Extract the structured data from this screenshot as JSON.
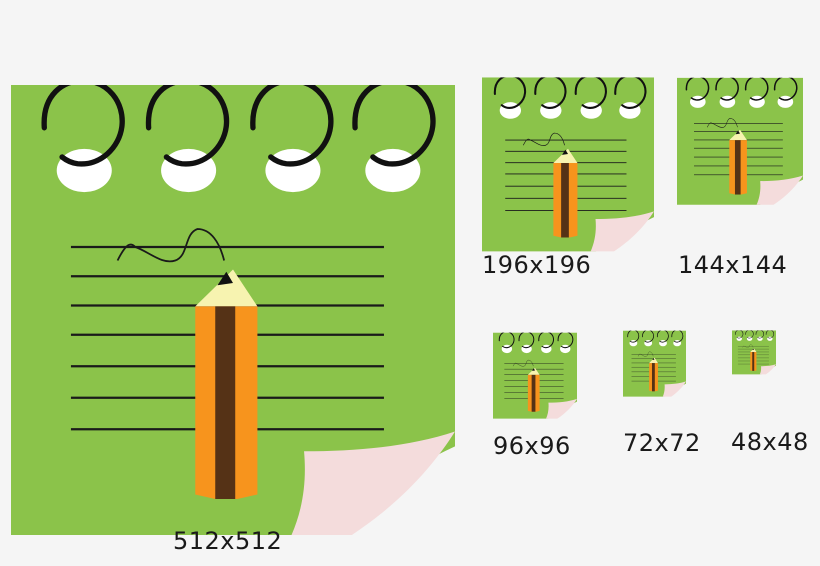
{
  "colors": {
    "background": "#f5f5f5",
    "paper_green": "#8bc34a",
    "curl_pink": "#f4dcdc",
    "ring_black": "#111111",
    "hole_white": "#ffffff",
    "pencil_orange": "#f7941d",
    "pencil_brown": "#553216",
    "pencil_wood": "#f7f3b0"
  },
  "icons": [
    {
      "id": "512",
      "label": "512x512",
      "icon": "notepad-pencil-icon"
    },
    {
      "id": "196",
      "label": "196x196",
      "icon": "notepad-pencil-icon"
    },
    {
      "id": "144",
      "label": "144x144",
      "icon": "notepad-pencil-icon"
    },
    {
      "id": "96",
      "label": "96x96",
      "icon": "notepad-pencil-icon"
    },
    {
      "id": "72",
      "label": "72x72",
      "icon": "notepad-pencil-icon"
    },
    {
      "id": "48",
      "label": "48x48",
      "icon": "notepad-pencil-icon"
    }
  ]
}
